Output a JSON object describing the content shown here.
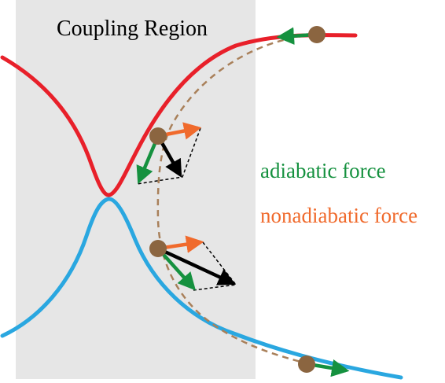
{
  "labels": {
    "region": "Coupling Region",
    "adiabatic": "adiabatic force",
    "nonadiabatic": "nonadiabatic force"
  },
  "colors": {
    "region_fill": "#e6e6e6",
    "upper_surface": "#e8202a",
    "lower_surface": "#2aa7e0",
    "trajectory": "#a9805a",
    "particle": "#8b6540",
    "adiabatic_force": "#15913f",
    "nonadiabatic_force": "#f06a2c",
    "total_force": "#000000"
  }
}
